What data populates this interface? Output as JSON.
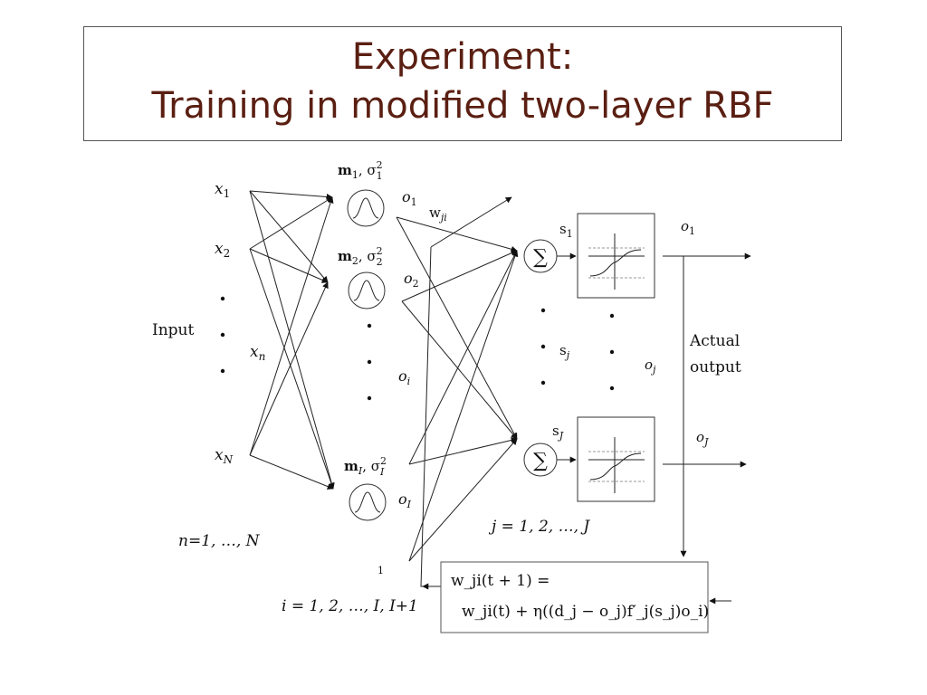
{
  "title": {
    "line1": "Experiment:",
    "line2": "Training in modified two-layer RBF"
  },
  "input_layer": {
    "label": "Input",
    "nodes": [
      {
        "var": "x",
        "sub": "1"
      },
      {
        "var": "x",
        "sub": "2"
      },
      {
        "var": "x",
        "sub": "n"
      },
      {
        "var": "x",
        "sub": "N"
      }
    ],
    "range": "n=1, …, N"
  },
  "hidden_layer": {
    "params": [
      {
        "mean": "m",
        "sub": "1",
        "var": "σ",
        "sup": "2"
      },
      {
        "mean": "m",
        "sub": "2",
        "var": "σ",
        "sup": "2"
      },
      {
        "mean": "m",
        "sub": "I",
        "var": "σ",
        "sup": "2"
      }
    ],
    "outputs": [
      {
        "var": "o",
        "sub": "1"
      },
      {
        "var": "o",
        "sub": "2"
      },
      {
        "var": "o",
        "sub": "i"
      },
      {
        "var": "o",
        "sub": "I"
      }
    ],
    "bias_label": "1",
    "range": "i = 1, 2, …, I, I+1"
  },
  "weights": {
    "var": "w",
    "sub": "ji"
  },
  "output_layer": {
    "sums": [
      {
        "var": "s",
        "sub": "1"
      },
      {
        "var": "s",
        "sub": "j"
      },
      {
        "var": "s",
        "sub": "J"
      }
    ],
    "sum_symbol": "∑",
    "outputs": [
      {
        "var": "o",
        "sub": "1"
      },
      {
        "var": "o",
        "sub": "j"
      },
      {
        "var": "o",
        "sub": "J"
      }
    ],
    "range": "j  = 1, 2, …, J",
    "actual_output_line1": "Actual",
    "actual_output_line2": "output"
  },
  "update_rule": {
    "line1": "w_ji(t + 1) =",
    "line2": "w_ji(t) + η((d_j − o_j)f′_j(s_j)o_i)"
  }
}
